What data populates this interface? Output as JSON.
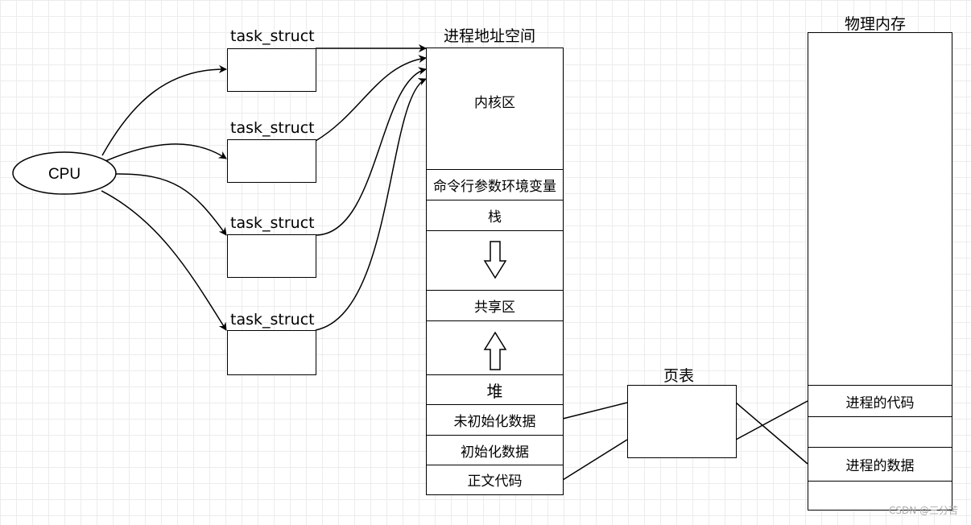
{
  "cpu": {
    "label": "CPU"
  },
  "tasks": [
    "task_struct",
    "task_struct",
    "task_struct",
    "task_struct"
  ],
  "address_space": {
    "title": "进程地址空间",
    "kernel": "内核区",
    "args_env": "命令行参数环境变量",
    "stack": "栈",
    "shared": "共享区",
    "heap": "堆",
    "bss": "未初始化数据",
    "data": "初始化数据",
    "text": "正文代码"
  },
  "page_table": {
    "title": "页表"
  },
  "physical_memory": {
    "title": "物理内存",
    "code": "进程的代码",
    "data": "进程的数据"
  },
  "watermark": "CSDN @三分苦"
}
